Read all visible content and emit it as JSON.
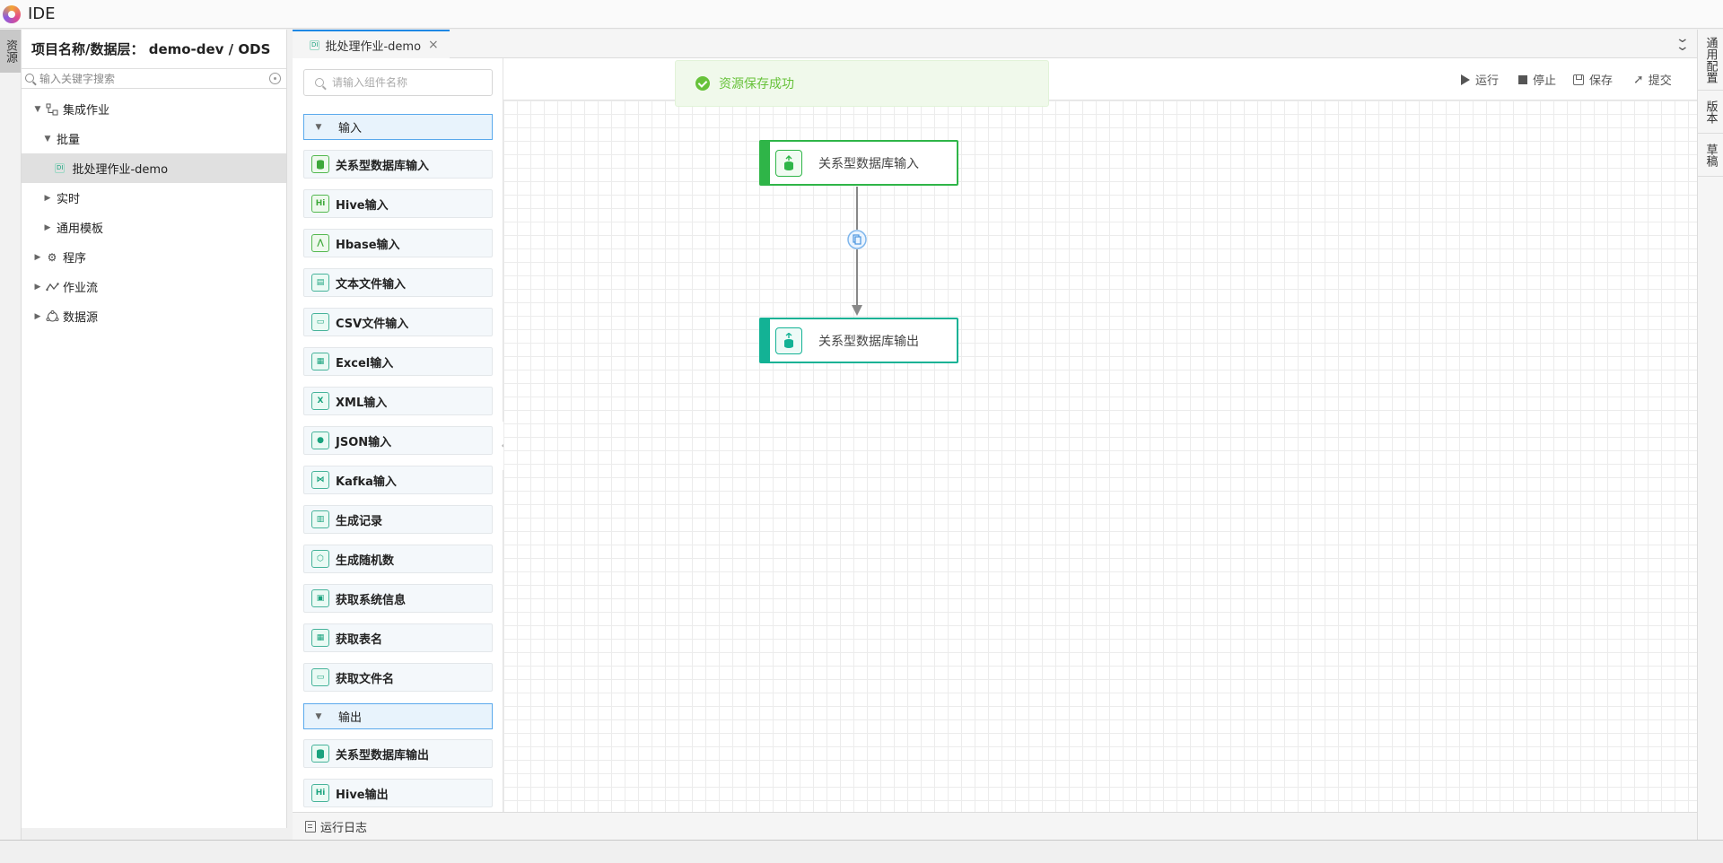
{
  "app": {
    "title": "IDE"
  },
  "left_strip": {
    "resource_tab": "资源"
  },
  "resource_panel": {
    "header": "项目名称/数据层：  demo-dev / ODS",
    "search_placeholder": "输入关键字搜索",
    "tree": [
      {
        "label": "集成作业",
        "expanded": true,
        "icon": "flow-diagram-icon"
      },
      {
        "label": "批量",
        "expanded": true
      },
      {
        "label": "批处理作业-demo",
        "badge": "DI",
        "selected": true
      },
      {
        "label": "实时",
        "expanded": false
      },
      {
        "label": "通用模板",
        "expanded": false
      },
      {
        "label": "程序",
        "expanded": false,
        "icon": "gear-icon"
      },
      {
        "label": "作业流",
        "expanded": false,
        "icon": "workflow-icon"
      },
      {
        "label": "数据源",
        "expanded": false,
        "icon": "datasource-icon"
      }
    ]
  },
  "tabs": [
    {
      "label": "批处理作业-demo",
      "badge": "DI",
      "active": true
    }
  ],
  "right_strip": {
    "tabs": [
      "通用配置",
      "版本",
      "草稿"
    ]
  },
  "palette": {
    "search_placeholder": "请输入组件名称",
    "groups": [
      {
        "label": "输入",
        "items": [
          {
            "label": "关系型数据库输入",
            "icon": "database-input-icon"
          },
          {
            "label": "Hive输入",
            "icon": "hive-icon"
          },
          {
            "label": "Hbase输入",
            "icon": "hbase-icon"
          },
          {
            "label": "文本文件输入",
            "icon": "text-file-icon"
          },
          {
            "label": "CSV文件输入",
            "icon": "csv-file-icon"
          },
          {
            "label": "Excel输入",
            "icon": "excel-icon"
          },
          {
            "label": "XML输入",
            "icon": "xml-icon"
          },
          {
            "label": "JSON输入",
            "icon": "json-icon"
          },
          {
            "label": "Kafka输入",
            "icon": "kafka-icon"
          },
          {
            "label": "生成记录",
            "icon": "record-icon"
          },
          {
            "label": "生成随机数",
            "icon": "random-icon"
          },
          {
            "label": "获取系统信息",
            "icon": "system-info-icon"
          },
          {
            "label": "获取表名",
            "icon": "table-name-icon"
          },
          {
            "label": "获取文件名",
            "icon": "file-name-icon"
          }
        ]
      },
      {
        "label": "输出",
        "items": [
          {
            "label": "关系型数据库输出",
            "icon": "database-output-icon"
          },
          {
            "label": "Hive输出",
            "icon": "hive-icon"
          }
        ]
      }
    ]
  },
  "toolbar": {
    "run": "运行",
    "stop": "停止",
    "save": "保存",
    "submit": "提交"
  },
  "toast": {
    "message": "资源保存成功",
    "color": "#67c23a"
  },
  "canvas": {
    "nodes": [
      {
        "label": "关系型数据库输入",
        "color": "#2fb548"
      },
      {
        "label": "关系型数据库输出",
        "color": "#13b295"
      }
    ]
  },
  "logbar": {
    "label": "运行日志"
  }
}
